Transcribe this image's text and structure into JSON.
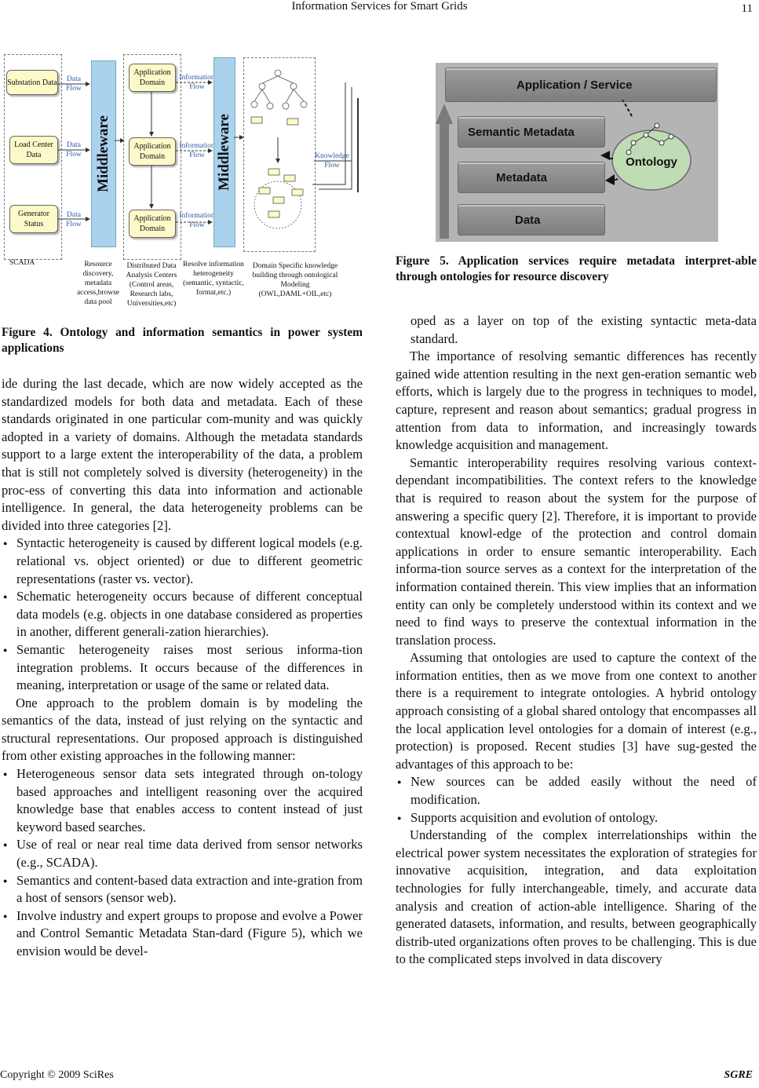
{
  "header": {
    "title": "Information Services for Smart Grids",
    "page": "11"
  },
  "footer": {
    "copyright": "Copyright © 2009 SciRes",
    "journal": "SGRE"
  },
  "figure4": {
    "sources": [
      "Substation Data",
      "Load Center Data",
      "Generator Status"
    ],
    "data_flow": "Data Flow",
    "middleware": "Middleware",
    "app_domain": "Application Domain",
    "info_flow": "Information Flow",
    "knowledge_flow": "Knowledge Flow",
    "labels": {
      "scada": "SCADA",
      "resource": "Resource discovery, metadata access,browse data pool",
      "distributed": "Distributed Data Analysis Centers (Control areas, Research labs, Universities,etc)",
      "resolve": "Resolve information heterogeneity (semantic, syntactic, format,etc.)",
      "domain": "Domain Specific knowledge building through ontological Modeling (OWL,DAML+OIL,etc)"
    },
    "caption": "Figure 4. Ontology and information semantics in power system applications"
  },
  "figure5": {
    "layers": [
      "Application / Service",
      "Semantic Metadata",
      "Metadata",
      "Data"
    ],
    "ontology": "Ontology",
    "caption": "Figure 5. Application services require metadata interpret-able through ontologies for resource discovery"
  },
  "left": {
    "p1": "ide during the last decade, which are now widely accepted as the standardized models for both data and metadata. Each of these standards originated in one particular com-munity and was quickly adopted in a variety of domains. Although the metadata standards support to a large extent the interoperability of the data, a problem that is still not completely solved is diversity (heterogeneity) in the proc-ess of converting this data into information and actionable intelligence. In general, the data heterogeneity problems can be divided into three categories [2].",
    "bullets1": [
      "Syntactic heterogeneity is caused by different logical models (e.g. relational vs. object oriented) or due to different geometric representations (raster vs. vector).",
      "Schematic heterogeneity occurs because of different conceptual data models (e.g. objects in one database considered as properties in another, different generali-zation hierarchies).",
      "Semantic heterogeneity raises most serious informa-tion integration problems. It occurs because of the differences in meaning, interpretation or usage of the same or related data."
    ],
    "p2": "One approach to the problem domain is by modeling the semantics of the data, instead of just relying on the syntactic and structural representations. Our proposed approach is distinguished from other existing approaches in the following manner:",
    "bullets2": [
      "Heterogeneous sensor data sets integrated through on-tology based approaches and intelligent reasoning over the acquired knowledge base that enables access to content instead of just keyword based searches.",
      "Use of real or near real time data derived from sensor networks (e.g., SCADA).",
      "Semantics and content-based data extraction and inte-gration from a host of sensors (sensor web).",
      "Involve industry and expert groups to propose and evolve a Power and Control Semantic Metadata Stan-dard (Figure 5), which we envision would be devel-"
    ]
  },
  "right": {
    "p0": "oped as a layer on top of the existing syntactic meta-data standard.",
    "p1": "The importance of resolving semantic differences has recently gained wide attention resulting in the next gen-eration semantic web efforts, which is largely due to the progress in techniques to model, capture, represent and reason about semantics; gradual progress in attention from data to information, and increasingly towards knowledge acquisition and management.",
    "p2": "Semantic interoperability requires resolving various context-dependant incompatibilities. The context refers to the knowledge that is required to reason about the system for the purpose of answering a specific query [2]. Therefore, it is important to provide contextual knowl-edge of the protection and control domain applications in order to ensure semantic interoperability. Each informa-tion source serves as a context for the interpretation of the information contained therein. This view implies that an information entity can only be completely understood within its context and we need to find ways to preserve the contextual information in the translation process.",
    "p3": "Assuming that ontologies are used to capture the context of the information entities, then as we move from one context to another there is a requirement to integrate ontologies. A hybrid ontology approach consisting of a global shared ontology that encompasses all the local application level ontologies for a domain of interest (e.g., protection) is proposed. Recent studies [3] have sug-gested the advantages of this approach to be:",
    "bullets": [
      "New sources can be added easily without the need of modification.",
      "Supports acquisition and evolution of ontology."
    ],
    "p4": "Understanding of the complex interrelationships within the electrical power system necessitates the exploration of strategies for innovative acquisition, integration, and data exploitation technologies for fully interchangeable, timely, and accurate data analysis and creation of action-able intelligence. Sharing of the generated datasets, information, and results, between geographically distrib-uted organizations often proves to be challenging. This is due to the complicated steps involved in data discovery"
  }
}
